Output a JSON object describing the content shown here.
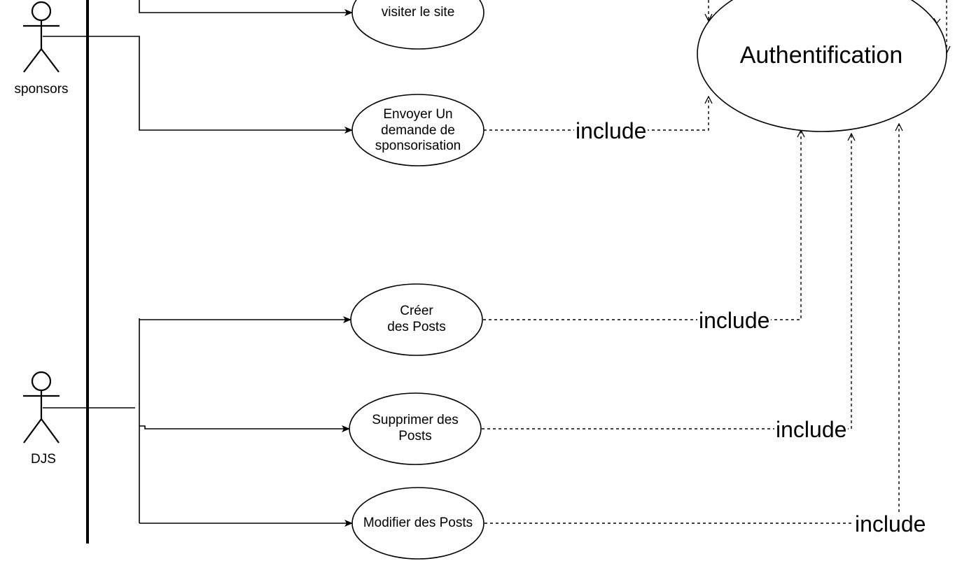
{
  "actors": {
    "sponsors": {
      "label": "sponsors"
    },
    "djs": {
      "label": "DJS"
    }
  },
  "use_cases": {
    "visiter": "visiter le site",
    "envoyer": "Envoyer Un\ndemande de\nsponsorisation",
    "creer": "Créer\ndes Posts",
    "supprimer": "Supprimer des\nPosts",
    "modifier": "Modifier des Posts",
    "auth": "Authentification"
  },
  "relations": {
    "include_envoyer": "include",
    "include_creer": "include",
    "include_supprimer": "include",
    "include_modifier": "include"
  }
}
